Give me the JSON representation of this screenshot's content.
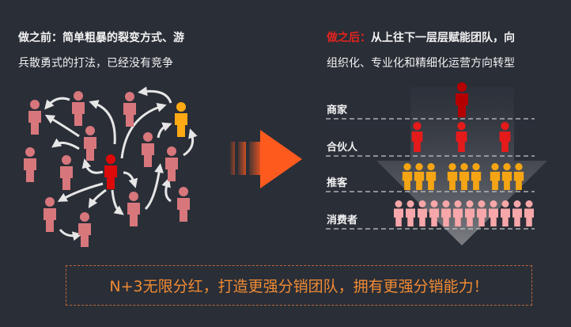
{
  "before": {
    "label": "做之前：",
    "line1": "简单粗暴的裂变方式、游",
    "line2": "兵散勇式的打法，已经没有竞争"
  },
  "after": {
    "label": "做之后：",
    "line1": "从上往下一层层赋能团队，向",
    "line2": "组织化、专业化和精细化运营方向转型"
  },
  "tiers": [
    {
      "name": "商家",
      "count": 1,
      "color": "#b50000"
    },
    {
      "name": "合伙人",
      "count": 3,
      "color": "#e51b1b"
    },
    {
      "name": "推客",
      "count": 9,
      "color": "#f5a514"
    },
    {
      "name": "消费者",
      "count": 12,
      "color": "#f7a7a9"
    }
  ],
  "colors": {
    "background": "#2a2e37",
    "accent_red": "#e3231e",
    "arrow_orange": "#ff5a1e",
    "banner_text": "#f08b33",
    "scatter_person": "#d7777c",
    "center_person": "#dd0a0a",
    "highlight_person": "#ffaa14"
  },
  "banner": {
    "text": "N+3无限分红，打造更强分销团队，拥有更强分销能力！"
  }
}
